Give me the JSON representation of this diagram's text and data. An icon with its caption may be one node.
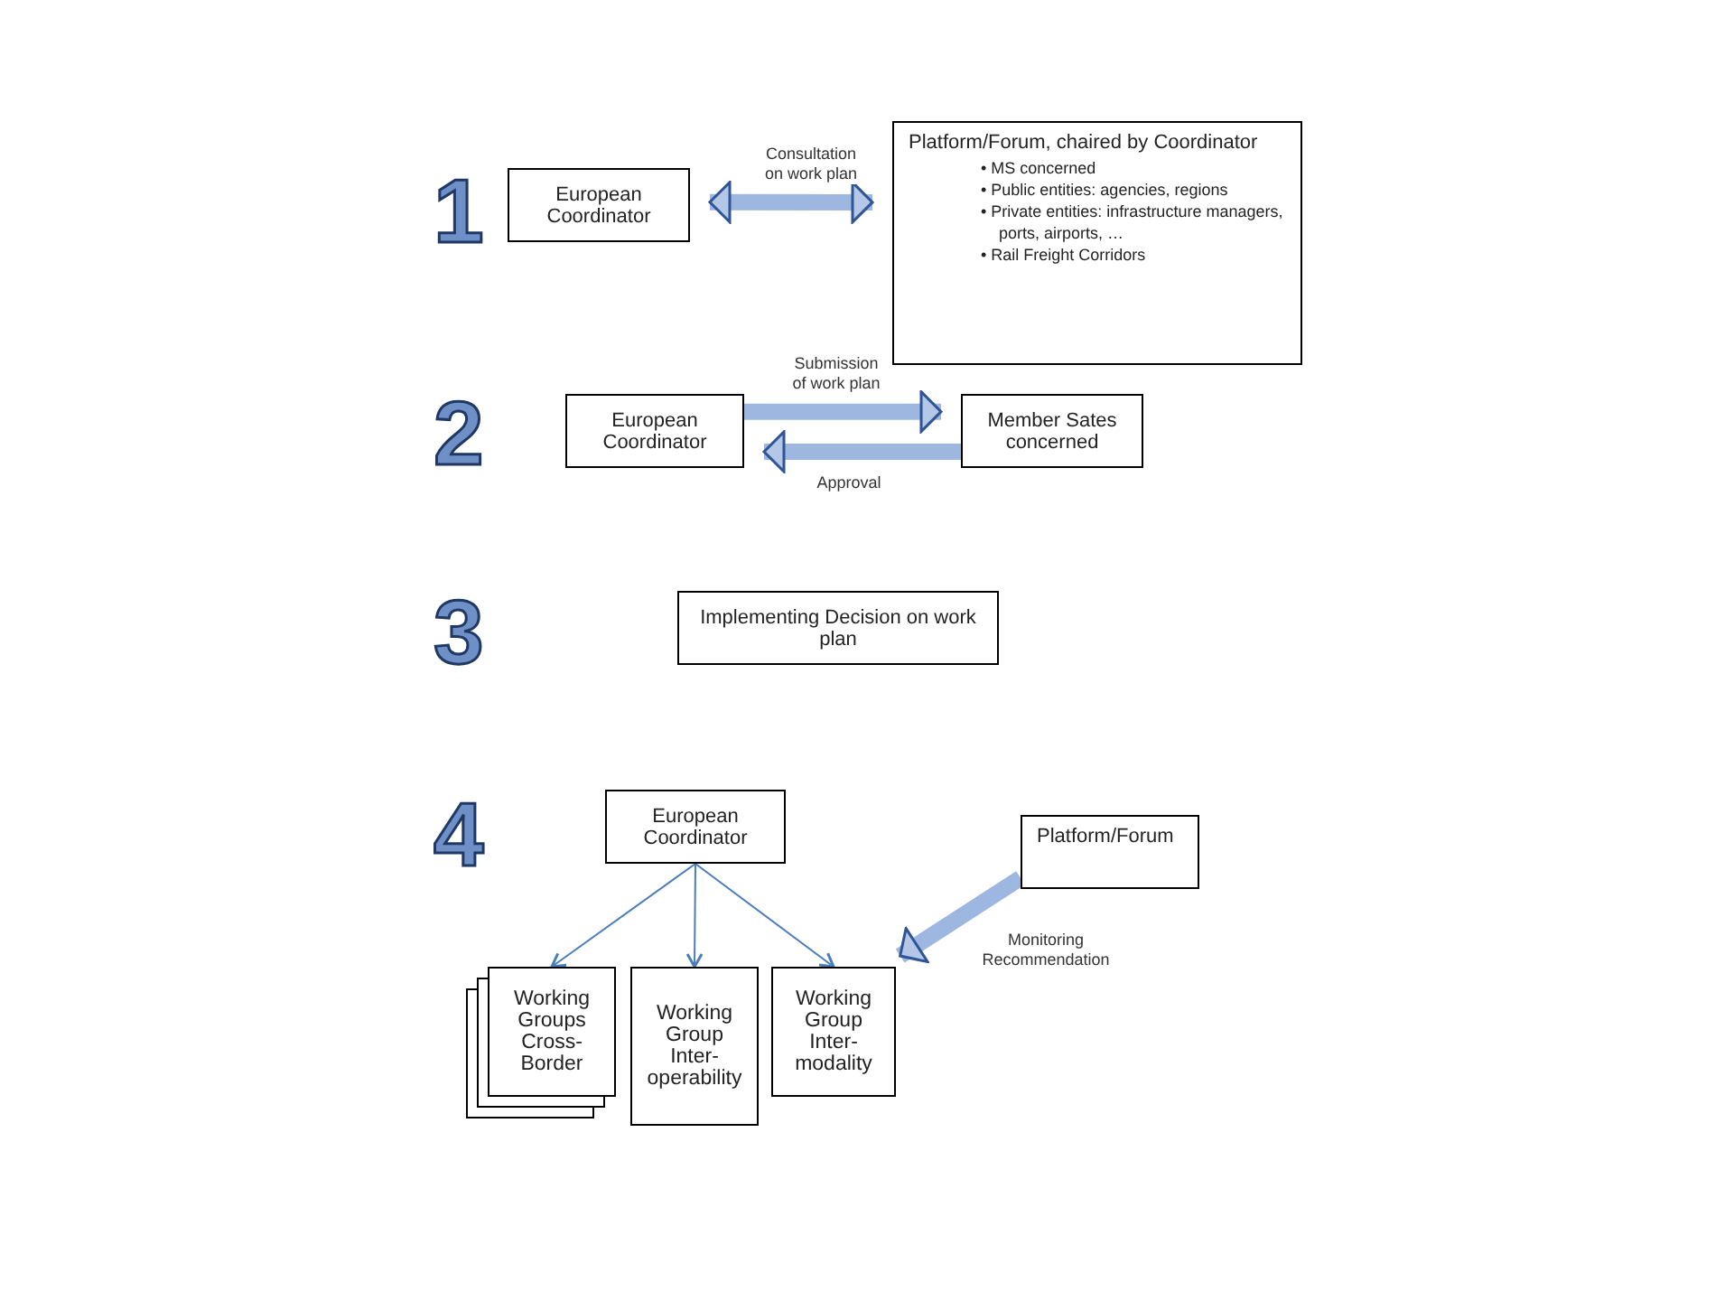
{
  "diagram": {
    "nodes": [
      {
        "text": [
          "European Coordinator"
        ]
      },
      {
        "text": [
          "Platform/Forum, chaired by Coordinator",
          "• MS concerned",
          "• Public entities: agencies, regions",
          "• Private entities: infrastructure managers, ports, airports, …",
          "• Rail Freight Corridors"
        ]
      },
      {
        "text": [
          "European Coordinator"
        ]
      },
      {
        "text": [
          "Member Sates concerned"
        ]
      },
      {
        "text": [
          "Implementing Decision on work plan"
        ]
      },
      {
        "text": [
          "European Coordinator"
        ]
      },
      {
        "text": [
          "Working Groups Cross-Border"
        ]
      },
      {
        "text": [
          "Working Group Inter-operability"
        ]
      },
      {
        "text": [
          "Working Group Inter-modality"
        ]
      },
      {
        "text": [
          "Platform/Forum"
        ]
      }
    ],
    "edges": [
      {
        "from": 0,
        "to": 1,
        "arrow": "both",
        "label": "Consultation on work plan"
      },
      {
        "from": 2,
        "to": 3,
        "arrow": "to",
        "label": "Submission of work plan"
      },
      {
        "from": 3,
        "to": 2,
        "arrow": "to",
        "label": "Approval"
      },
      {
        "from": 5,
        "to": 6,
        "arrow": "to"
      },
      {
        "from": 5,
        "to": 7,
        "arrow": "to"
      },
      {
        "from": 5,
        "to": 8,
        "arrow": "to"
      },
      {
        "from": 9,
        "to": 8,
        "arrow": "to",
        "label": "Monitoring Recommendation"
      }
    ],
    "labels": [
      "1",
      "2",
      "3",
      "4"
    ]
  }
}
